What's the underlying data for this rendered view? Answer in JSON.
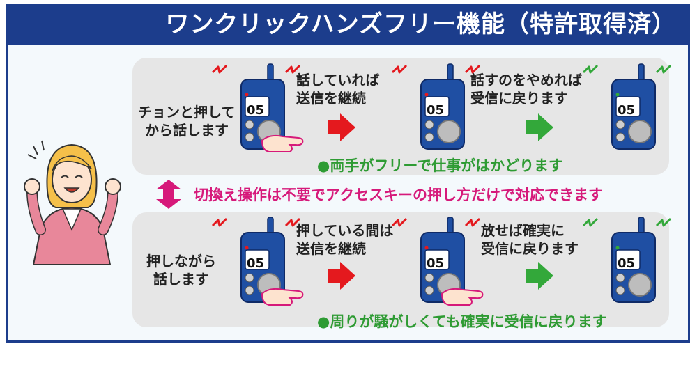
{
  "header": {
    "title": "ワンクリックハンズフリー機能（特許取得済）"
  },
  "radio_display": "05",
  "colors": {
    "brand_blue": "#1c3d8c",
    "radio_blue": "#1f4fa3",
    "send_red": "#e4191e",
    "receive_green": "#33a83a",
    "note_green": "#2e9b33",
    "note_pink": "#d6197a"
  },
  "row1": {
    "start_text": [
      "チョンと押して",
      "から話します"
    ],
    "step2_text": [
      "話していれば",
      "送信を継続"
    ],
    "step3_text": [
      "話すのをやめれば",
      "受信に戻ります"
    ],
    "note": "●両手がフリーで仕事がはかどります"
  },
  "middle_note": "切換え操作は不要でアクセスキーの押し方だけで対応できます",
  "row2": {
    "start_text": [
      "押しながら",
      "話します"
    ],
    "step2_text": [
      "押している間は",
      "送信を継続"
    ],
    "step3_text": [
      "放せば確実に",
      "受信に戻ります"
    ],
    "note": "●周りが騒がしくても確実に受信に戻ります"
  }
}
